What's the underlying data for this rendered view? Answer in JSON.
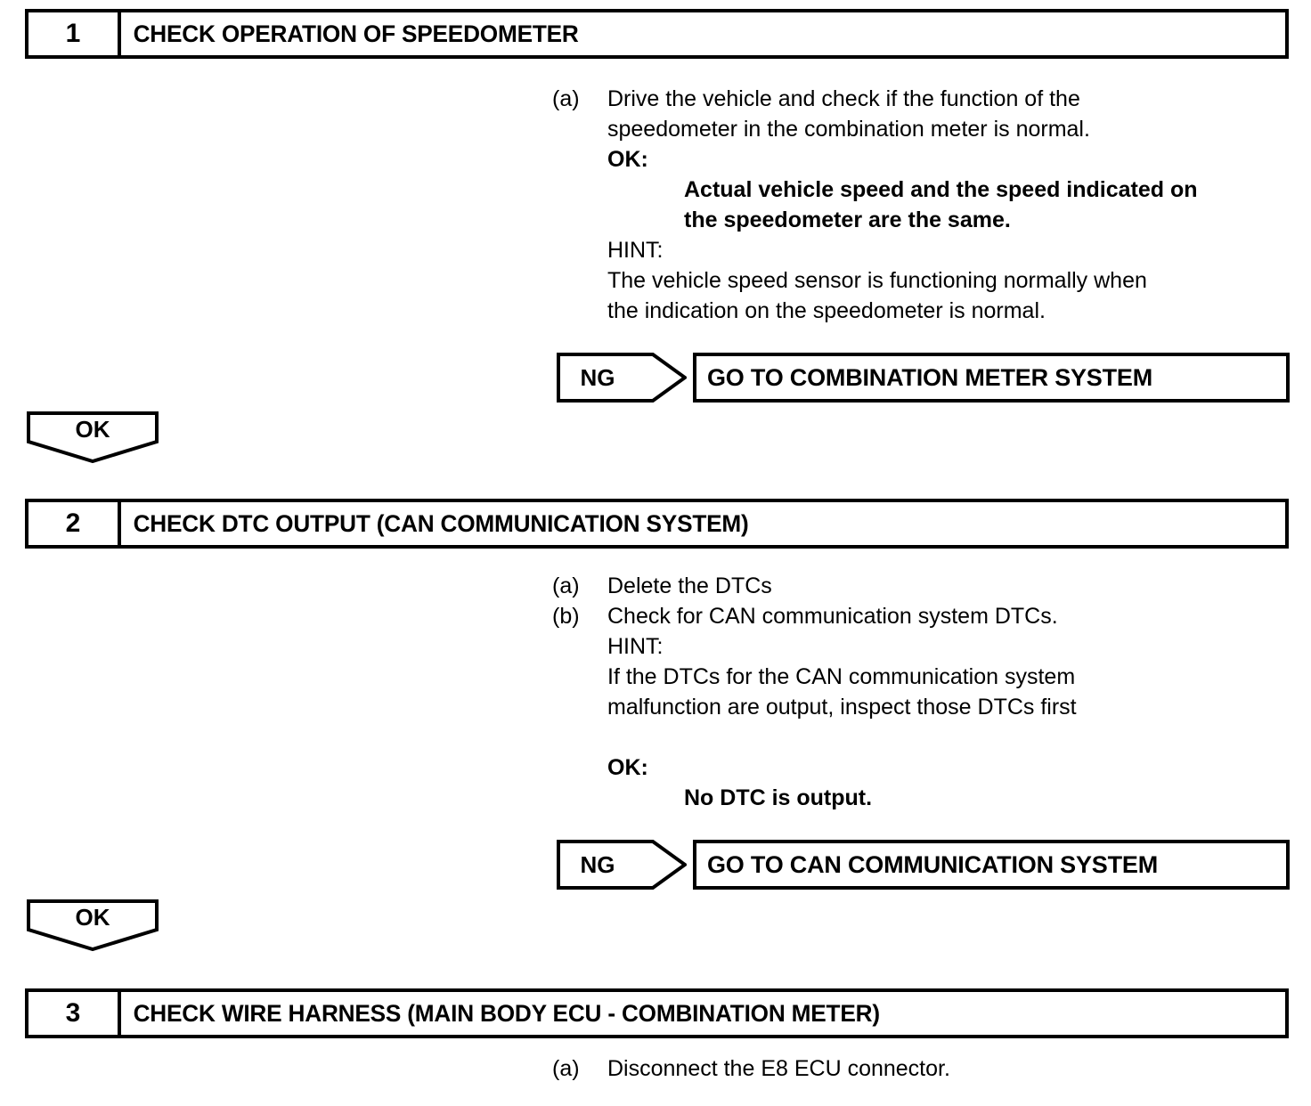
{
  "document": {
    "type": "diagnostic-troubleshooting-flowchart",
    "title": "Speedometer / CAN Communication Diagnostic Procedure"
  },
  "steps": [
    {
      "number": "1",
      "title": "CHECK OPERATION OF SPEEDOMETER",
      "lines": [
        {
          "marker": "(a)",
          "text": "Drive the vehicle and check if the function of the",
          "style": "normal",
          "indent": 0
        },
        {
          "marker": "",
          "text": "speedometer in the combination meter is normal.",
          "style": "normal",
          "indent": 0
        },
        {
          "marker": "",
          "text": "OK:",
          "style": "bold",
          "indent": 0
        },
        {
          "marker": "",
          "text": "Actual vehicle speed and the speed indicated on",
          "style": "bold",
          "indent": 1
        },
        {
          "marker": "",
          "text": "the speedometer are the same.",
          "style": "bold",
          "indent": 1
        },
        {
          "marker": "",
          "text": "HINT:",
          "style": "normal",
          "indent": 0
        },
        {
          "marker": "",
          "text": "The vehicle speed sensor is functioning normally when",
          "style": "normal",
          "indent": 0
        },
        {
          "marker": "",
          "text": "the indication on the speedometer is normal.",
          "style": "normal",
          "indent": 0
        }
      ],
      "ng": {
        "badge": "NG",
        "result": "GO TO COMBINATION METER SYSTEM"
      },
      "ok": {
        "badge": "OK"
      }
    },
    {
      "number": "2",
      "title": "CHECK DTC OUTPUT (CAN COMMUNICATION SYSTEM)",
      "lines": [
        {
          "marker": "(a)",
          "text": "Delete the DTCs",
          "style": "normal",
          "indent": 0
        },
        {
          "marker": "(b)",
          "text": "Check for CAN communication system DTCs.",
          "style": "normal",
          "indent": 0
        },
        {
          "marker": "",
          "text": "HINT:",
          "style": "normal",
          "indent": 0
        },
        {
          "marker": "",
          "text": "If the DTCs for the CAN communication system",
          "style": "normal",
          "indent": 0
        },
        {
          "marker": "",
          "text": "malfunction are output, inspect those DTCs first",
          "style": "normal",
          "indent": 0
        },
        {
          "marker": "",
          "text": "",
          "style": "normal",
          "indent": 0
        },
        {
          "marker": "",
          "text": "OK:",
          "style": "bold",
          "indent": 0
        },
        {
          "marker": "",
          "text": "No DTC is output.",
          "style": "bold",
          "indent": 1
        }
      ],
      "ng": {
        "badge": "NG",
        "result": "GO TO CAN COMMUNICATION SYSTEM"
      },
      "ok": {
        "badge": "OK"
      }
    },
    {
      "number": "3",
      "title": "CHECK WIRE HARNESS (MAIN BODY ECU - COMBINATION METER)",
      "lines": [
        {
          "marker": "(a)",
          "text": "Disconnect the E8 ECU connector.",
          "style": "normal",
          "indent": 0
        }
      ]
    }
  ],
  "colors": {
    "line": "#000000",
    "background": "#ffffff",
    "text": "#000000"
  }
}
